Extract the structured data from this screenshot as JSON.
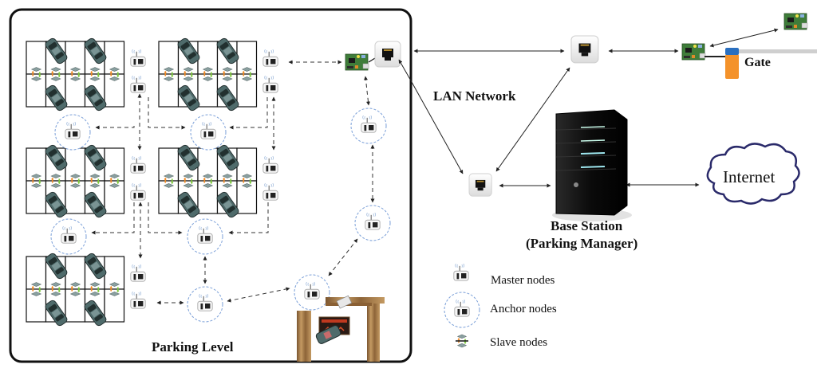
{
  "parking_level": {
    "title": "Parking Level"
  },
  "network": {
    "lan_label": "LAN Network",
    "base_station_label": "Base Station",
    "base_station_sublabel": "(Parking Manager)",
    "internet_label": "Internet",
    "gate_label": "Gate"
  },
  "legend": {
    "items": [
      {
        "icon": "master-node-icon",
        "label": "Master nodes"
      },
      {
        "icon": "anchor-node-icon",
        "label": "Anchor nodes"
      },
      {
        "icon": "slave-node-icon",
        "label": "Slave nodes"
      }
    ]
  },
  "colors": {
    "anchor_ring": "#7a9fd8",
    "slave_arrow_orange": "#f08a24",
    "slave_arrow_green": "#7cc93a",
    "car_body": "#4f6b6b",
    "gate_orange": "#f4922a",
    "gate_blue": "#2a6fbf",
    "cloud_outline": "#2a2a6a",
    "server_body": "#111111",
    "server_light": "#9fe8f0",
    "entrance_wood": "#a37a4a",
    "sign_red": "#c0391f"
  },
  "parking_blocks": [
    {
      "id": "block-1",
      "columns": 5,
      "rows": 2
    },
    {
      "id": "block-2",
      "columns": 5,
      "rows": 2
    },
    {
      "id": "block-3",
      "columns": 5,
      "rows": 2
    },
    {
      "id": "block-4",
      "columns": 5,
      "rows": 2
    },
    {
      "id": "block-5",
      "columns": 5,
      "rows": 2
    }
  ]
}
